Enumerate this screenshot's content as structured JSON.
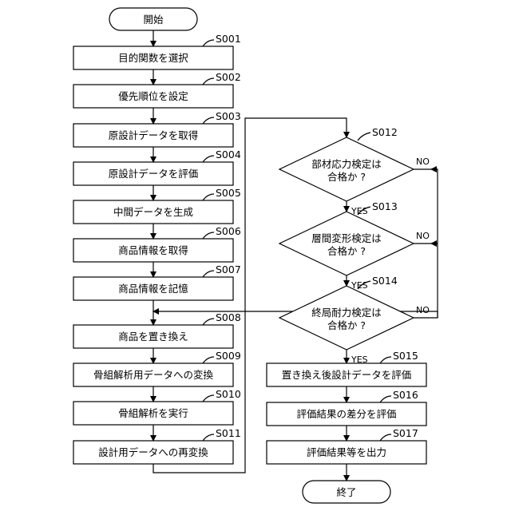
{
  "start_label": "開始",
  "end_label": "終了",
  "left_steps": [
    {
      "id": "S001",
      "text": "目的関数を選択"
    },
    {
      "id": "S002",
      "text": "優先順位を設定"
    },
    {
      "id": "S003",
      "text": "原設計データを取得"
    },
    {
      "id": "S004",
      "text": "原設計データを評価"
    },
    {
      "id": "S005",
      "text": "中間データを生成"
    },
    {
      "id": "S006",
      "text": "商品情報を取得"
    },
    {
      "id": "S007",
      "text": "商品情報を記憶"
    },
    {
      "id": "S008",
      "text": "商品を置き換え"
    },
    {
      "id": "S009",
      "text": "骨組解析用データへの変換"
    },
    {
      "id": "S010",
      "text": "骨組解析を実行"
    },
    {
      "id": "S011",
      "text": "設計用データへの再変換"
    }
  ],
  "decisions": [
    {
      "id": "S012",
      "line1": "部材応力検定は",
      "line2": "合格か ?"
    },
    {
      "id": "S013",
      "line1": "層間変形検定は",
      "line2": "合格か ?"
    },
    {
      "id": "S014",
      "line1": "終局耐力検定は",
      "line2": "合格か ?"
    }
  ],
  "right_steps": [
    {
      "id": "S015",
      "text": "置き換え後設計データを評価"
    },
    {
      "id": "S016",
      "text": "評価結果の差分を評価"
    },
    {
      "id": "S017",
      "text": "評価結果等を出力"
    }
  ],
  "yes_label": "YES",
  "no_label": "NO"
}
